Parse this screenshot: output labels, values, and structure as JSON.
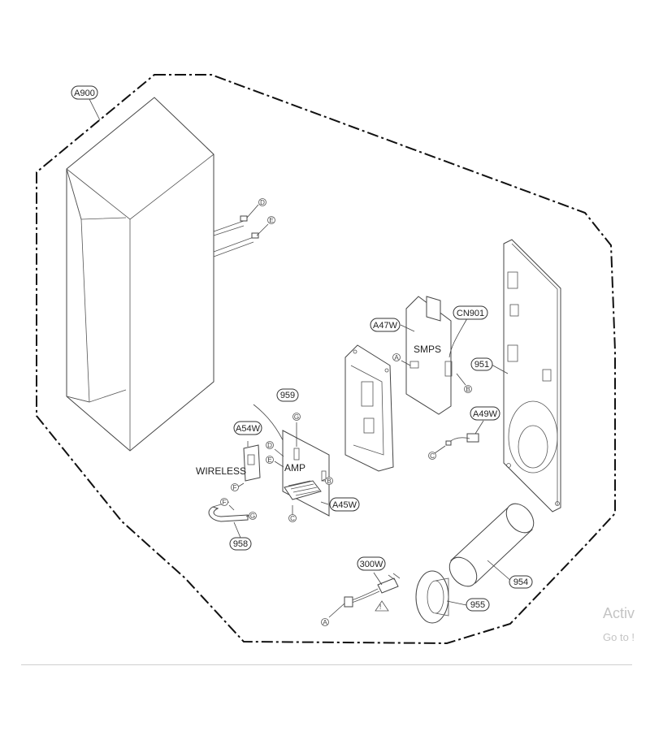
{
  "callouts": {
    "a900": "A900",
    "c959": "959",
    "a54w": "A54W",
    "a45w": "A45W",
    "c958": "958",
    "a47w": "A47W",
    "cn901": "CN901",
    "c951": "951",
    "a49w": "A49W",
    "c300w": "300W",
    "c954": "954",
    "c955": "955"
  },
  "labels": {
    "wireless": "WIRELESS",
    "amp": "AMP",
    "smps": "SMPS"
  },
  "connectors": {
    "a": "A",
    "b": "B",
    "c": "C",
    "d": "D",
    "e": "E",
    "f": "F",
    "g": "G"
  },
  "watermark": {
    "line1": "Activ",
    "line2": "Go to !"
  }
}
